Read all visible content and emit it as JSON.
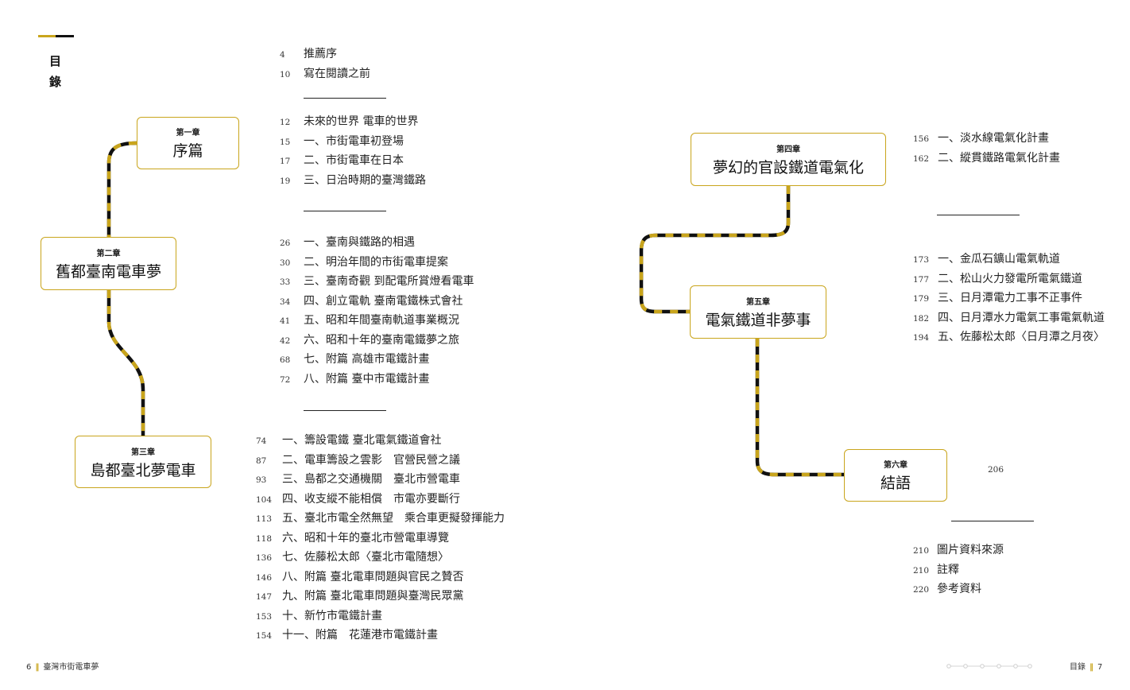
{
  "header": {
    "title": "目錄"
  },
  "colors": {
    "accent": "#c9a51c",
    "track_dark": "#111111",
    "border": "#c9a51c"
  },
  "chapters": [
    {
      "label": "第一章",
      "title": "序篇"
    },
    {
      "label": "第二章",
      "title": "舊都臺南電車夢"
    },
    {
      "label": "第三章",
      "title": "島都臺北夢電車"
    },
    {
      "label": "第四章",
      "title": "夢幻的官設鐵道電氣化"
    },
    {
      "label": "第五章",
      "title": "電氣鐵道非夢事"
    },
    {
      "label": "第六章",
      "title": "結語"
    }
  ],
  "sections": {
    "prefaces": [
      {
        "page": "4",
        "text": "推薦序"
      },
      {
        "page": "10",
        "text": "寫在閱讀之前"
      }
    ],
    "chapter1": [
      {
        "page": "12",
        "text": "未來的世界 電車的世界"
      },
      {
        "page": "15",
        "text": "一、市街電車初登場"
      },
      {
        "page": "17",
        "text": "二、市街電車在日本"
      },
      {
        "page": "19",
        "text": "三、日治時期的臺灣鐵路"
      }
    ],
    "chapter2": [
      {
        "page": "26",
        "text": "一、臺南與鐵路的相遇"
      },
      {
        "page": "30",
        "text": "二、明治年間的市街電車提案"
      },
      {
        "page": "33",
        "text": "三、臺南奇觀 到配電所賞燈看電車"
      },
      {
        "page": "34",
        "text": "四、創立電軌 臺南電鐵株式會社"
      },
      {
        "page": "41",
        "text": "五、昭和年間臺南軌道事業概況"
      },
      {
        "page": "42",
        "text": "六、昭和十年的臺南電鐵夢之旅"
      },
      {
        "page": "68",
        "text": "七、附篇 高雄市電鐵計畫"
      },
      {
        "page": "72",
        "text": "八、附篇 臺中市電鐵計畫"
      }
    ],
    "chapter3": [
      {
        "page": "74",
        "text": "一、籌設電鐵 臺北電氣鐵道會社"
      },
      {
        "page": "87",
        "text": "二、電車籌設之雲影　官營民營之議"
      },
      {
        "page": "93",
        "text": "三、島都之交通機關　臺北市營電車"
      },
      {
        "page": "104",
        "text": "四、收支縱不能相償　市電亦要斷行"
      },
      {
        "page": "113",
        "text": "五、臺北市電全然無望　乘合車更擬發揮能力"
      },
      {
        "page": "118",
        "text": "六、昭和十年的臺北市營電車導覽"
      },
      {
        "page": "136",
        "text": "七、佐藤松太郎〈臺北市電隨想〉"
      },
      {
        "page": "146",
        "text": "八、附篇 臺北電車問題與官民之贊否"
      },
      {
        "page": "147",
        "text": "九、附篇 臺北電車問題與臺灣民眾黨"
      },
      {
        "page": "153",
        "text": "十、新竹市電鐵計畫"
      },
      {
        "page": "154",
        "text": "十一、附篇　花蓮港市電鐵計畫"
      }
    ],
    "chapter4": [
      {
        "page": "156",
        "text": "一、淡水線電氣化計畫"
      },
      {
        "page": "162",
        "text": "二、縱貫鐵路電氣化計畫"
      }
    ],
    "chapter5": [
      {
        "page": "173",
        "text": "一、金瓜石鑛山電氣軌道"
      },
      {
        "page": "177",
        "text": "二、松山火力發電所電氣鐵道"
      },
      {
        "page": "179",
        "text": "三、日月潭電力工事不正事件"
      },
      {
        "page": "182",
        "text": "四、日月潭水力電氣工事電氣軌道"
      },
      {
        "page": "194",
        "text": "五、佐藤松太郎〈日月潭之月夜〉"
      }
    ],
    "chapter6_page": "206",
    "appendix": [
      {
        "page": "210",
        "text": "圖片資料來源"
      },
      {
        "page": "210",
        "text": "註釋"
      },
      {
        "page": "220",
        "text": "參考資料"
      }
    ]
  },
  "footer": {
    "left_page": "6",
    "left_book": "臺灣市街電車夢",
    "right_section": "目錄",
    "right_page": "7"
  }
}
